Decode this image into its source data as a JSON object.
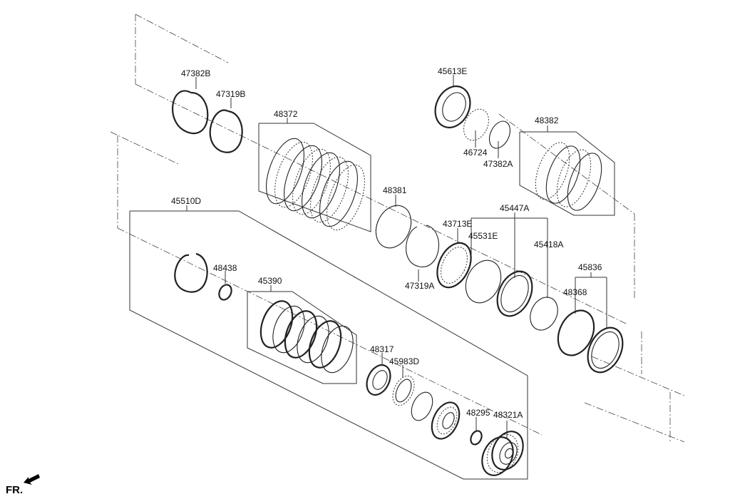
{
  "diagram": {
    "title": "Automatic transmission clutch assembly - exploded view",
    "direction_label": "FR.",
    "direction_icon": "front-arrow-icon",
    "parts": [
      {
        "id": "47382B",
        "label": "47382B"
      },
      {
        "id": "47319B",
        "label": "47319B"
      },
      {
        "id": "48372",
        "label": "48372"
      },
      {
        "id": "45613E",
        "label": "45613E"
      },
      {
        "id": "46724",
        "label": "46724"
      },
      {
        "id": "47382A",
        "label": "47382A"
      },
      {
        "id": "48382",
        "label": "48382"
      },
      {
        "id": "48381",
        "label": "48381"
      },
      {
        "id": "47319A",
        "label": "47319A"
      },
      {
        "id": "43713E",
        "label": "43713E"
      },
      {
        "id": "45447A",
        "label": "45447A"
      },
      {
        "id": "45531E",
        "label": "45531E"
      },
      {
        "id": "45418A",
        "label": "45418A"
      },
      {
        "id": "45836",
        "label": "45836"
      },
      {
        "id": "48368",
        "label": "48368"
      },
      {
        "id": "45510D",
        "label": "45510D"
      },
      {
        "id": "48438",
        "label": "48438"
      },
      {
        "id": "45390",
        "label": "45390"
      },
      {
        "id": "48317",
        "label": "48317"
      },
      {
        "id": "45983D",
        "label": "45983D"
      },
      {
        "id": "48295",
        "label": "48295"
      },
      {
        "id": "48321A",
        "label": "48321A"
      }
    ]
  }
}
